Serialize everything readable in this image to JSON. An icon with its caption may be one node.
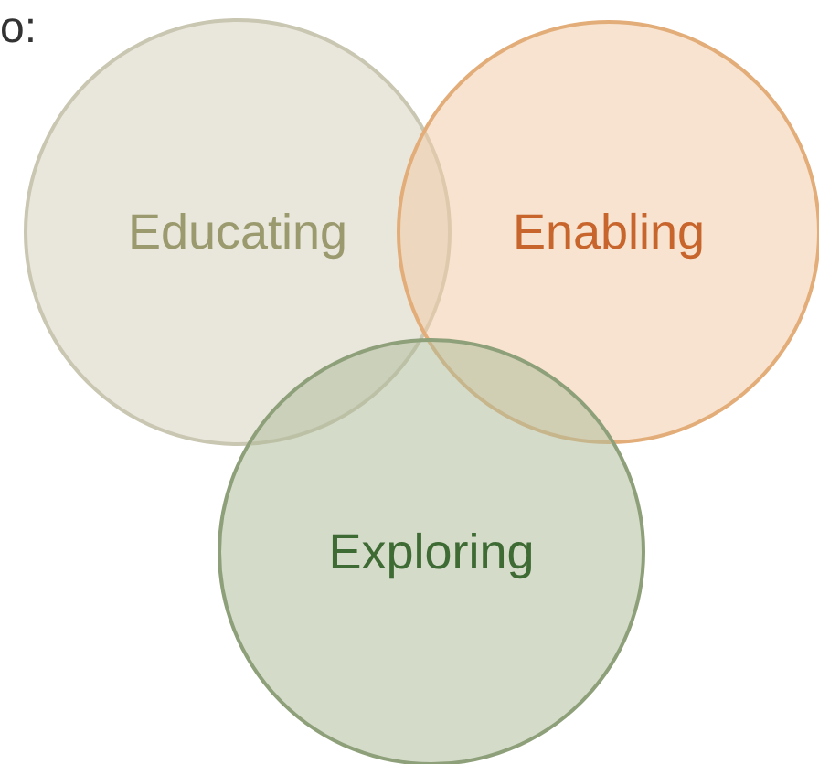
{
  "diagram": {
    "nodes": [
      {
        "text": [
          "Educating"
        ]
      },
      {
        "text": [
          "Enabling"
        ]
      },
      {
        "text": [
          "Exploring"
        ]
      }
    ],
    "labels": [
      "o:"
    ]
  }
}
